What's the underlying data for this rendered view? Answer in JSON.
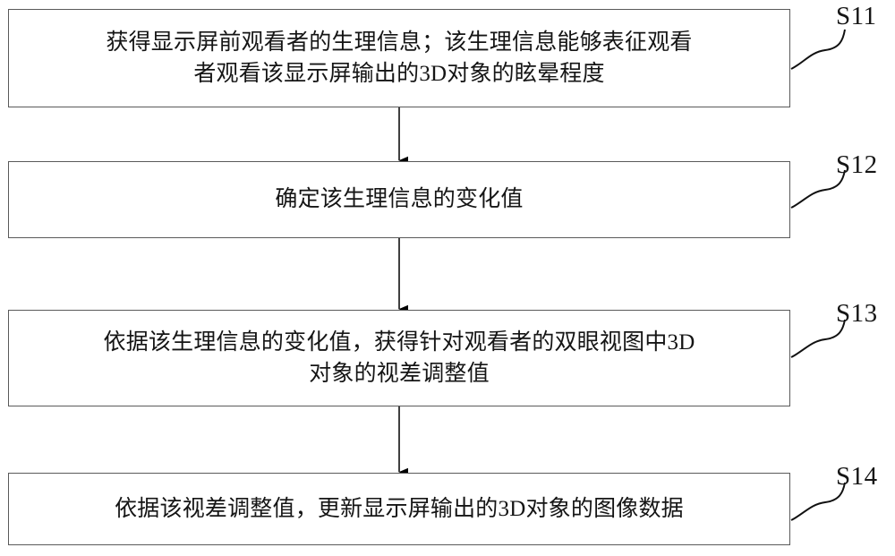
{
  "diagram": {
    "type": "flowchart",
    "orientation": "vertical",
    "background_color": "#ffffff",
    "box_border_color": "#5a5a5a",
    "text_color": "#151515",
    "steps": [
      {
        "id": "S11",
        "label": "S11",
        "text": "获得显示屏前观看者的生理信息；该生理信息能够表征观看\n者观看该显示屏输出的3D对象的眩晕程度"
      },
      {
        "id": "S12",
        "label": "S12",
        "text": "确定该生理信息的变化值"
      },
      {
        "id": "S13",
        "label": "S13",
        "text": "依据该生理信息的变化值，获得针对观看者的双眼视图中3D\n对象的视差调整值"
      },
      {
        "id": "S14",
        "label": "S14",
        "text": "依据该视差调整值，更新显示屏输出的3D对象的图像数据"
      }
    ],
    "connectors": [
      {
        "from": "S11",
        "to": "S12",
        "style": "arrow-down"
      },
      {
        "from": "S12",
        "to": "S13",
        "style": "arrow-down"
      },
      {
        "from": "S13",
        "to": "S14",
        "style": "arrow-down"
      }
    ]
  }
}
